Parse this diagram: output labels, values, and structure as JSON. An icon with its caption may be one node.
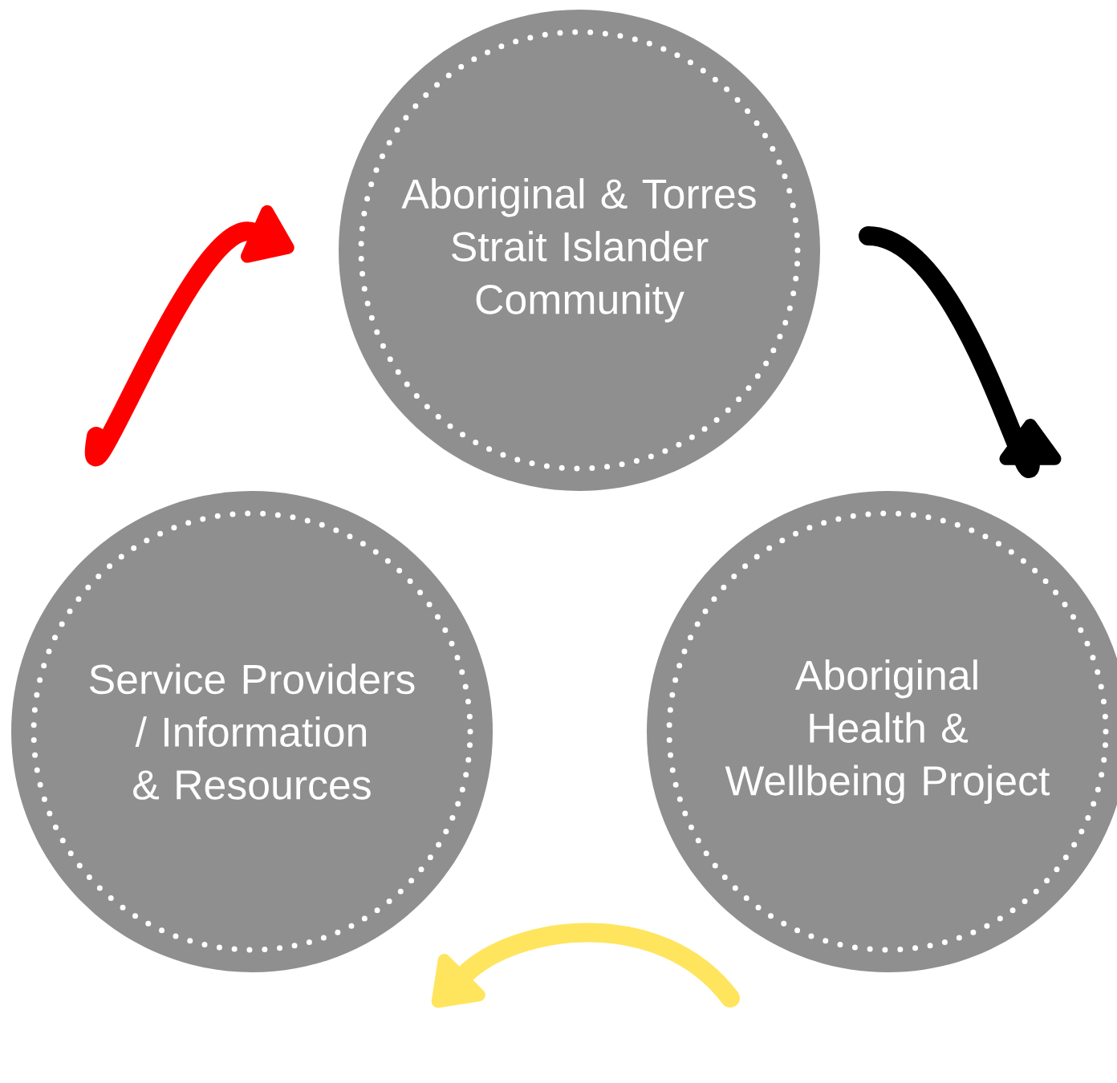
{
  "diagram": {
    "nodes": [
      {
        "text": [
          "Aboriginal & Torres Strait Islander Community"
        ]
      },
      {
        "text": [
          "Aboriginal Health & Wellbeing Project"
        ]
      },
      {
        "text": [
          "Service Providers / Information & Resources"
        ]
      }
    ],
    "edges": [
      {
        "from": 0,
        "to": 1,
        "arrow": "to",
        "color": "#000000"
      },
      {
        "from": 1,
        "to": 2,
        "arrow": "to",
        "color": "#ffe55e"
      },
      {
        "from": 2,
        "to": 0,
        "arrow": "to",
        "color": "#ff0000"
      }
    ]
  }
}
